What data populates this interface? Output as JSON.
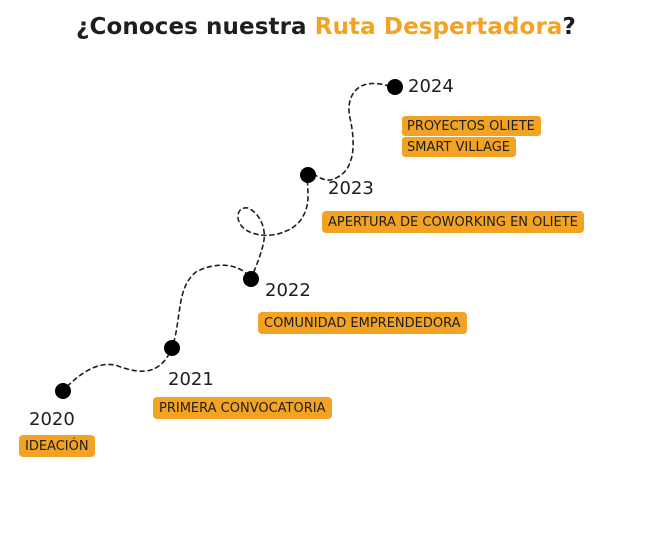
{
  "title": {
    "prefix": "¿Conoces nuestra ",
    "highlight": "Ruta Despertadora",
    "suffix": "?"
  },
  "colors": {
    "accent": "#f3a324",
    "text": "#1e1e1e",
    "dot": "#000000"
  },
  "milestones": [
    {
      "year": "2020",
      "labels": [
        "IDEACIÓN"
      ]
    },
    {
      "year": "2021",
      "labels": [
        "PRIMERA CONVOCATORIA"
      ]
    },
    {
      "year": "2022",
      "labels": [
        "COMUNIDAD EMPRENDEDORA"
      ]
    },
    {
      "year": "2023",
      "labels": [
        "APERTURA DE COWORKING EN OLIETE"
      ]
    },
    {
      "year": "2024",
      "labels": [
        "PROYECTOS OLIETE",
        "SMART VILLAGE"
      ]
    }
  ]
}
